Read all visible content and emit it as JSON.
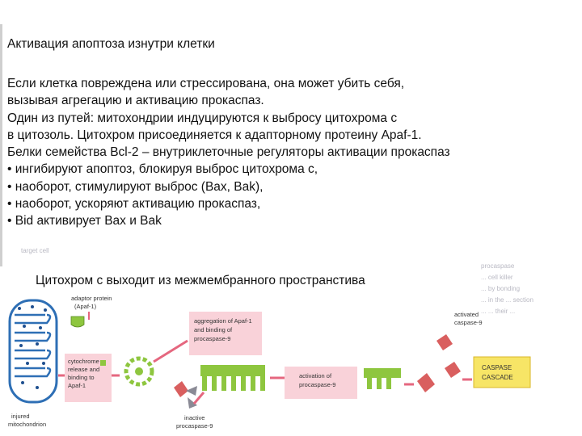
{
  "title": "Активация апоптоза изнутри клетки",
  "body_lines": [
    "Если клетка повреждена или стрессирована, она может убить себя,",
    "вызывая агрегацию и активацию прокаспаз.",
    "Один из путей: митохондрии индуцируются к выбросу цитохрома с",
    "в цитозоль. Цитохром присоединяется к адапторному протеину Apaf-1.",
    "Белки семейства Bcl-2 – внутриклеточные регуляторы активации прокаспаз",
    "• ингибируют апоптоз, блокируя выброс цитохрома с,",
    "• наоборот, стимулируют выброс (Bax, Bak),",
    "• наоборот, ускоряют активацию прокаспаз,",
    "• Bid активирует Bax и Bak"
  ],
  "caption": "Цитохром с выходит из межмембранного пространстива",
  "faded_text": {
    "target_cell": "target cell",
    "right_notes": [
      "procaspase",
      "... cell killer",
      "... by bonding",
      "... in the ... section",
      "... ... their ..."
    ]
  },
  "diagram": {
    "adaptor_label": [
      "adaptor protein",
      "(Apaf-1)"
    ],
    "aggregation_label": [
      "aggregation of Apaf-1",
      "and binding of",
      "procaspase-9"
    ],
    "cytochrome_label": [
      "cytochrome c",
      "release and",
      "binding to",
      "Apaf-1"
    ],
    "activation_label": [
      "activation of",
      "procaspase-9"
    ],
    "activated_label": [
      "activated",
      "caspase-9"
    ],
    "inactive_label": [
      "inactive",
      "procaspase-9"
    ],
    "mito_label": [
      "injured",
      "mitochondrion"
    ],
    "cascade_label": [
      "CASPASE",
      "CASCADE"
    ],
    "colors": {
      "box_fill": "#f9d2d9",
      "arrow": "#e5677f",
      "mito_blue": "#2e6fb5",
      "apaf_green": "#8ec63f",
      "caspase_red": "#d95f5f",
      "cascade_fill": "#f7e566"
    }
  }
}
